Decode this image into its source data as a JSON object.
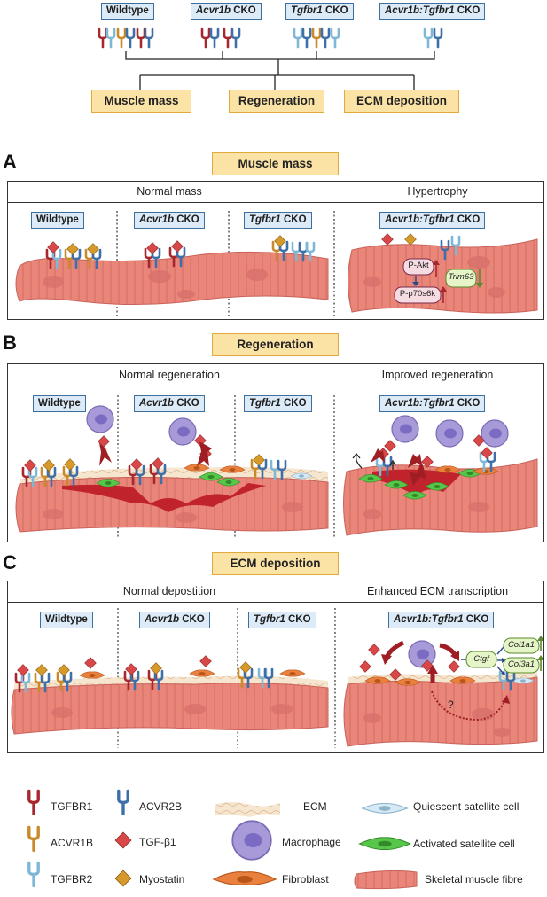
{
  "top": {
    "genotypes": [
      {
        "gene": "Wildtype",
        "suffix": ""
      },
      {
        "gene": "Acvr1b",
        "suffix": " CKO"
      },
      {
        "gene": "Tgfbr1",
        "suffix": " CKO"
      },
      {
        "gene": "Acvr1b:Tgfbr1",
        "suffix": " CKO"
      }
    ],
    "outcomes": [
      "Muscle mass",
      "Regeneration",
      "ECM deposition"
    ]
  },
  "sections": {
    "a": {
      "letter": "A",
      "title": "Muscle mass",
      "left_header": "Normal mass",
      "right_header": "Hypertrophy",
      "labels": {
        "p_akt": "P-Akt",
        "p_p70s6k": "P-p70s6k",
        "trim63": "Trim63"
      }
    },
    "b": {
      "letter": "B",
      "title": "Regeneration",
      "left_header": "Normal regeneration",
      "right_header": "Improved regeneration"
    },
    "c": {
      "letter": "C",
      "title": "ECM deposition",
      "left_header": "Normal depostition",
      "right_header": "Enhanced ECM transcription",
      "labels": {
        "ctgf": "Ctgf",
        "col1a1": "Col1a1",
        "col3a1": "Col3a1",
        "question": "?"
      }
    }
  },
  "legend": {
    "tgfbr1": "TGFBR1",
    "acvr2b": "ACVR2B",
    "ecm": "ECM",
    "quiescent": "Quiescent satellite cell",
    "acvr1b": "ACVR1B",
    "tgfb1": "TGF-β1",
    "macrophage": "Macrophage",
    "activated": "Activated satellite cell",
    "tgfbr2": "TGFBR2",
    "myostatin": "Myostatin",
    "fibroblast": "Fibroblast",
    "muscle": "Skeletal muscle fibre"
  },
  "colors": {
    "tgfbr1": "#a8262e",
    "acvr2b": "#3f6fa8",
    "acvr1b": "#c98a2a",
    "tgfbr2": "#7fb7d6",
    "tgfb1": "#d94848",
    "myostatin": "#d69a2a",
    "muscle": "#e98579",
    "macrophage": "#a89ad8",
    "fibroblast": "#e9803e",
    "activated": "#58c64a",
    "outcome_fill": "#fbe3a6",
    "genotype_fill": "#dcebf7"
  }
}
